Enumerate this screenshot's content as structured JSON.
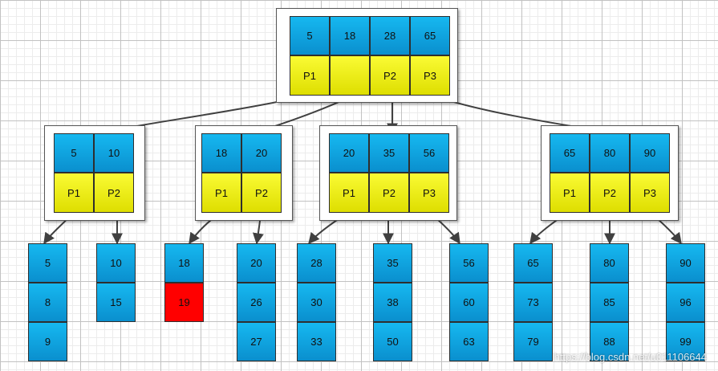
{
  "tree": {
    "root": {
      "keys": [
        "5",
        "18",
        "28",
        "65"
      ],
      "pointers": [
        "P1",
        "",
        "P2",
        "P3"
      ]
    },
    "internal": [
      {
        "keys": [
          "5",
          "10"
        ],
        "pointers": [
          "P1",
          "P2"
        ]
      },
      {
        "keys": [
          "18",
          "20"
        ],
        "pointers": [
          "P1",
          "P2"
        ]
      },
      {
        "keys": [
          "20",
          "35",
          "56"
        ],
        "pointers": [
          "P1",
          "P2",
          "P3"
        ]
      },
      {
        "keys": [
          "65",
          "80",
          "90"
        ],
        "pointers": [
          "P1",
          "P2",
          "P3"
        ]
      }
    ],
    "leaves": [
      {
        "values": [
          "5",
          "8",
          "9"
        ]
      },
      {
        "values": [
          "10",
          "15"
        ]
      },
      {
        "values": [
          "18",
          "19"
        ],
        "highlight_index": 1
      },
      {
        "values": [
          "20",
          "26",
          "27"
        ]
      },
      {
        "values": [
          "28",
          "30",
          "33"
        ]
      },
      {
        "values": [
          "35",
          "38",
          "50"
        ]
      },
      {
        "values": [
          "56",
          "60",
          "63"
        ]
      },
      {
        "values": [
          "65",
          "73",
          "79"
        ]
      },
      {
        "values": [
          "80",
          "85",
          "88"
        ]
      },
      {
        "values": [
          "90",
          "96",
          "99"
        ]
      }
    ]
  },
  "colors": {
    "key_cell": "#0a9fdf",
    "pointer_cell": "#f0f000",
    "highlight_cell": "#ff0000",
    "edge": "#404040"
  },
  "watermark": "https://blog.csdn.net/u011106644"
}
